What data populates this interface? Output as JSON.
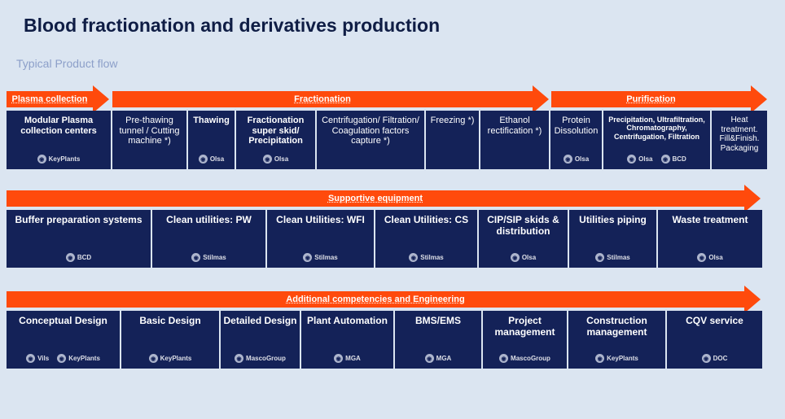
{
  "title": "Blood fractionation and derivatives production",
  "subtitle": "Typical Product flow",
  "arrows": {
    "plasma": "Plasma collection",
    "fractionation": "Fractionation",
    "purification": "Purification",
    "supportive": "Supportive equipment",
    "additional": "Additional competencies and Engineering"
  },
  "row1": [
    {
      "label": "Modular Plasma collection centers",
      "logos": [
        "KeyPlants"
      ]
    },
    {
      "label": "Pre-thawing tunnel / Cutting machine *)",
      "logos": []
    },
    {
      "label": "Thawing",
      "logos": [
        "Olsa"
      ]
    },
    {
      "label": "Fractionation super skid/ Precipitation",
      "logos": [
        "Olsa"
      ]
    },
    {
      "label": "Centrifugation/ Filtration/ Coagulation factors capture *)",
      "logos": []
    },
    {
      "label": "Freezing *)",
      "logos": []
    },
    {
      "label": "Ethanol rectification *)",
      "logos": []
    },
    {
      "label": "Protein Dissolution",
      "logos": [
        "Olsa"
      ]
    },
    {
      "label": "Precipitation, Ultrafiltration, Chromatography, Centrifugation, Filtration",
      "logos": [
        "Olsa",
        "BCD"
      ]
    },
    {
      "label": "Heat treatment. Fill&Finish. Packaging",
      "logos": []
    }
  ],
  "row2": [
    {
      "label": "Buffer preparation systems",
      "logos": [
        "BCD"
      ]
    },
    {
      "label": "Clean utilities: PW",
      "logos": [
        "Stilmas"
      ]
    },
    {
      "label": "Clean Utilities: WFI",
      "logos": [
        "Stilmas"
      ]
    },
    {
      "label": "Clean Utilities: CS",
      "logos": [
        "Stilmas"
      ]
    },
    {
      "label": "CIP/SIP skids & distribution",
      "logos": [
        "Olsa"
      ]
    },
    {
      "label": "Utilities piping",
      "logos": [
        "Stilmas"
      ]
    },
    {
      "label": "Waste treatment",
      "logos": [
        "Olsa"
      ]
    }
  ],
  "row3": [
    {
      "label": "Conceptual Design",
      "logos": [
        "Vils",
        "KeyPlants"
      ]
    },
    {
      "label": "Basic Design",
      "logos": [
        "KeyPlants"
      ]
    },
    {
      "label": "Detailed Design",
      "logos": [
        "MascoGroup"
      ]
    },
    {
      "label": "Plant Automation",
      "logos": [
        "MGA"
      ]
    },
    {
      "label": "BMS/EMS",
      "logos": [
        "MGA"
      ]
    },
    {
      "label": "Project management",
      "logos": [
        "MascoGroup"
      ]
    },
    {
      "label": "Construction management",
      "logos": [
        "KeyPlants"
      ]
    },
    {
      "label": "CQV service",
      "logos": [
        "DOC"
      ]
    }
  ]
}
